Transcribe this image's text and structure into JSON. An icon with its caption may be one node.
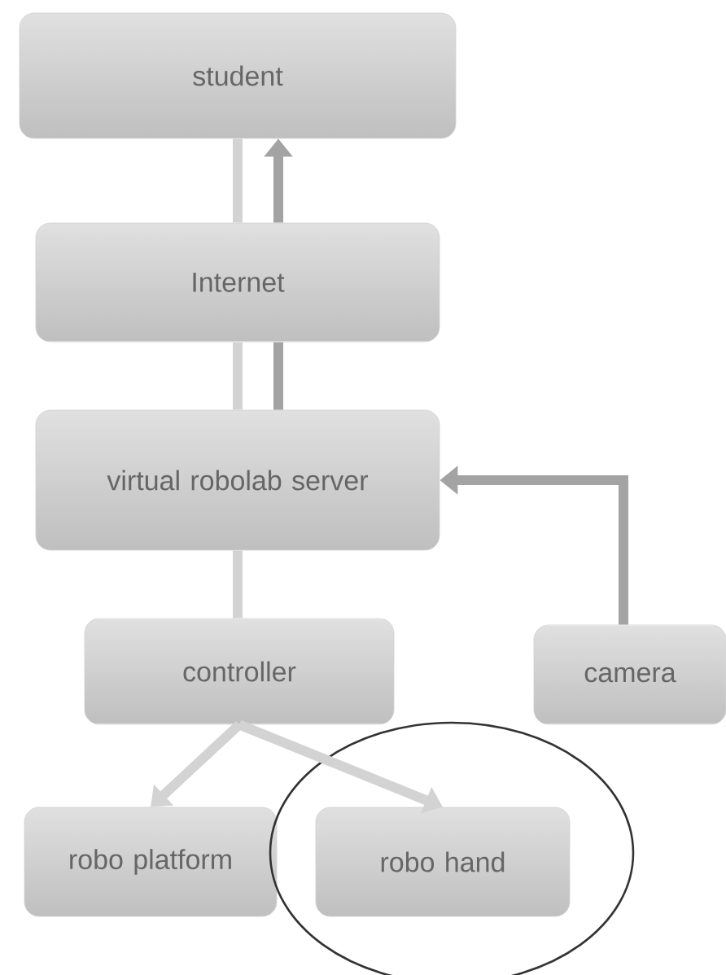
{
  "diagram": {
    "nodes": [
      {
        "text": [
          "student"
        ]
      },
      {
        "text": [
          "Internet"
        ]
      },
      {
        "text": [
          "virtual robolab server"
        ]
      },
      {
        "text": [
          "controller"
        ]
      },
      {
        "text": [
          "camera"
        ]
      },
      {
        "text": [
          "robo platform"
        ]
      },
      {
        "text": [],
        "shape": "circle"
      },
      {
        "text": [
          "robo hand"
        ],
        "in": 6
      }
    ],
    "edges": [
      {
        "from": 1,
        "to": 0,
        "arrow": "none"
      },
      {
        "from": 1,
        "to": 0,
        "arrow": "to",
        "color": "#a3a3a3"
      },
      {
        "from": 2,
        "to": 1,
        "arrow": "none"
      },
      {
        "from": 2,
        "to": 1,
        "arrow": "none",
        "color": "#a3a3a3"
      },
      {
        "from": 3,
        "to": 2,
        "arrow": "none"
      },
      {
        "from": 4,
        "to": 2,
        "arrow": "to",
        "color": "#a3a3a3"
      },
      {
        "from": 3,
        "to": 5,
        "arrow": "to"
      },
      {
        "from": 3,
        "to": 7,
        "arrow": "to"
      }
    ]
  }
}
